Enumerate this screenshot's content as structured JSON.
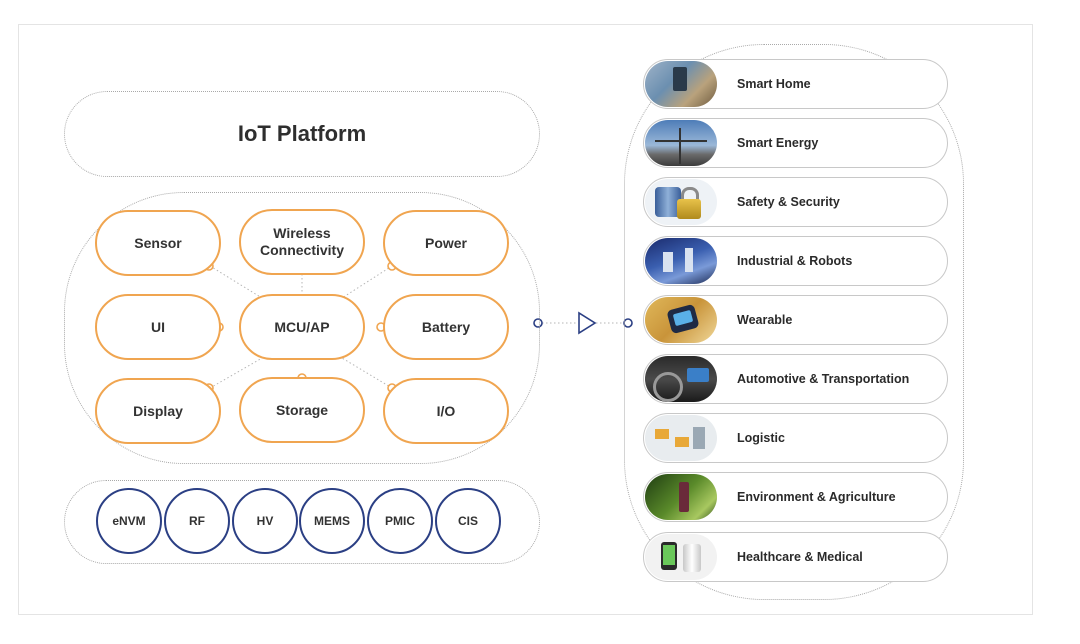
{
  "platform": {
    "title": "IoT Platform"
  },
  "components": {
    "sensor": "Sensor",
    "wireless": "Wireless\nConnectivity",
    "power": "Power",
    "ui": "UI",
    "mcu": "MCU/AP",
    "battery": "Battery",
    "display": "Display",
    "storage": "Storage",
    "io": "I/O"
  },
  "technologies": [
    "eNVM",
    "RF",
    "HV",
    "MEMS",
    "PMIC",
    "CIS"
  ],
  "applications": [
    {
      "label": "Smart Home",
      "icon": "smart-home-photo-icon"
    },
    {
      "label": "Smart Energy",
      "icon": "smart-energy-photo-icon"
    },
    {
      "label": "Safety & Security",
      "icon": "padlock-icon"
    },
    {
      "label": "Industrial & Robots",
      "icon": "industrial-robot-photo-icon"
    },
    {
      "label": "Wearable",
      "icon": "smartwatch-photo-icon"
    },
    {
      "label": "Automotive & Transportation",
      "icon": "car-dashboard-photo-icon"
    },
    {
      "label": "Logistic",
      "icon": "warehouse-photo-icon"
    },
    {
      "label": "Environment & Agriculture",
      "icon": "plant-photo-icon"
    },
    {
      "label": "Healthcare & Medical",
      "icon": "medical-device-photo-icon"
    }
  ],
  "colors": {
    "component_border": "#f0a550",
    "tech_border": "#2b3f84",
    "arrow": "#2b3f84"
  }
}
